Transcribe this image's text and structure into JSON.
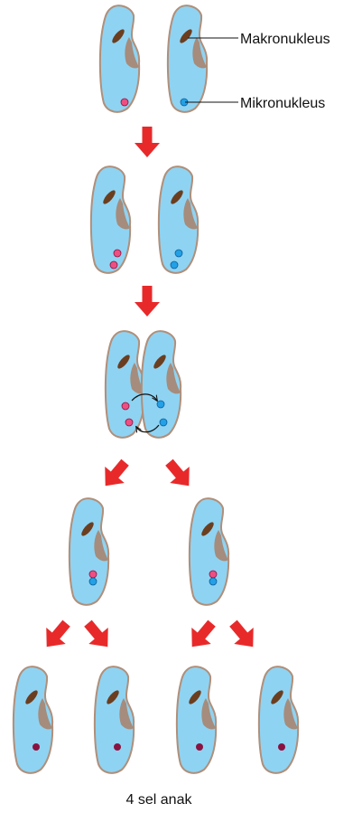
{
  "labels": {
    "macronucleus": "Makronukleus",
    "micronucleus": "Mikronukleus",
    "caption": "4 sel anak"
  },
  "colors": {
    "cell_fill": "#8fd3f2",
    "cell_stroke": "#b08f7a",
    "groove": "#a58c7c",
    "macronucleus": "#6b3e1f",
    "micronucleus_pink": "#ee4f82",
    "micronucleus_blue": "#23a0e6",
    "micronucleus_dark": "#8a1240",
    "arrow": "#e8292a",
    "leader_line": "#111111"
  },
  "stages": [
    {
      "name": "initial-pair",
      "cells": 2,
      "micronuclei_per_cell": 1
    },
    {
      "name": "meiosis-pair",
      "cells": 2,
      "micronuclei_per_cell": 2
    },
    {
      "name": "conjugation-exchange",
      "cells": 2,
      "micronuclei_per_cell": 2
    },
    {
      "name": "separated-exconjugants",
      "cells": 2,
      "micronuclei_per_cell": 2
    },
    {
      "name": "daughter-cells",
      "cells": 4,
      "micronuclei_per_cell": 1
    }
  ]
}
